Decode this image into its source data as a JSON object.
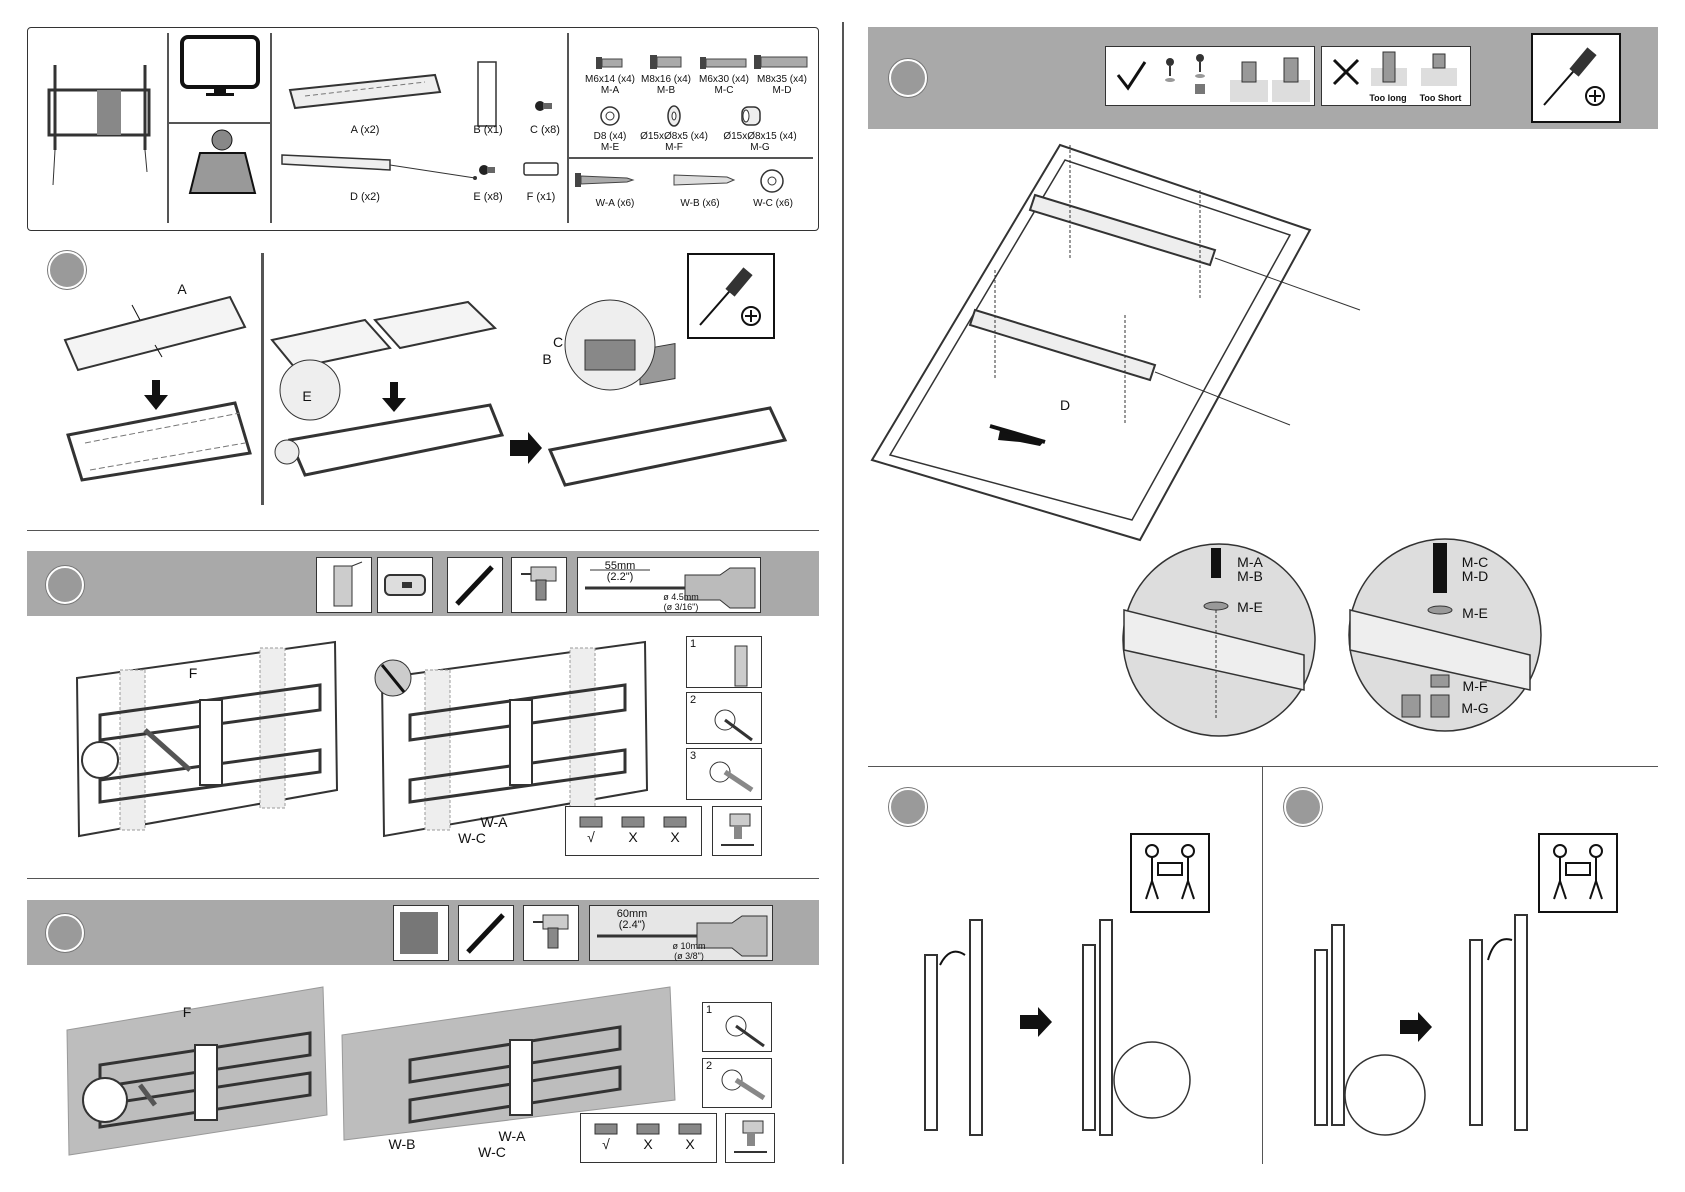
{
  "parts": {
    "bracket": "A (x2)",
    "spacer": "B (x1)",
    "screw_c": "C (x8)",
    "arm": "D (x2)",
    "screw_e": "E (x8)",
    "level": "F (x1)"
  },
  "tv_screws": [
    {
      "size": "M6x14 (x4)",
      "code": "M-A"
    },
    {
      "size": "M8x16 (x4)",
      "code": "M-B"
    },
    {
      "size": "M6x30 (x4)",
      "code": "M-C"
    },
    {
      "size": "M8x35 (x4)",
      "code": "M-D"
    }
  ],
  "tv_washers": [
    {
      "size": "D8 (x4)",
      "code": "M-E"
    },
    {
      "size": "Ø15xØ8x5 (x4)",
      "code": "M-F"
    },
    {
      "size": "Ø15xØ8x15 (x4)",
      "code": "M-G"
    }
  ],
  "wall_parts": [
    "W-A (x6)",
    "W-B (x6)",
    "W-C (x6)"
  ],
  "step1": {
    "label_a": "A",
    "label_b": "B",
    "label_c": "C",
    "label_e": "E"
  },
  "step2": {
    "drill_depth_mm": "55mm",
    "drill_depth_in": "(2.2\")",
    "drill_dia_mm": "ø 4.5mm",
    "drill_dia_in": "(ø 3/16\")",
    "label_f": "F",
    "label_wa": "W-A",
    "label_wc": "W-C",
    "sub1": "1",
    "sub2": "2",
    "sub3": "3",
    "check": "√",
    "x1": "X",
    "x2": "X"
  },
  "step3": {
    "drill_depth_mm": "60mm",
    "drill_depth_in": "(2.4\")",
    "drill_dia_mm": "ø 10mm",
    "drill_dia_in": "(ø 3/8\")",
    "label_f": "F",
    "label_wa": "W-A",
    "label_wb": "W-B",
    "label_wc": "W-C",
    "sub1": "1",
    "sub2": "2",
    "check": "√",
    "x1": "X",
    "x2": "X"
  },
  "step4": {
    "too_long": "Too long",
    "too_short": "Too Short",
    "label_d": "D",
    "callout1_top": "M-A",
    "callout1_mid": "M-B",
    "callout1_washer": "M-E",
    "callout2_top": "M-C",
    "callout2_mid": "M-D",
    "callout2_washer": "M-E",
    "callout2_spacer1": "M-F",
    "callout2_spacer2": "M-G"
  },
  "colors": {
    "band": "#a9a9a9",
    "circle": "#9a9a9a",
    "wall": "#bdbdbd"
  }
}
